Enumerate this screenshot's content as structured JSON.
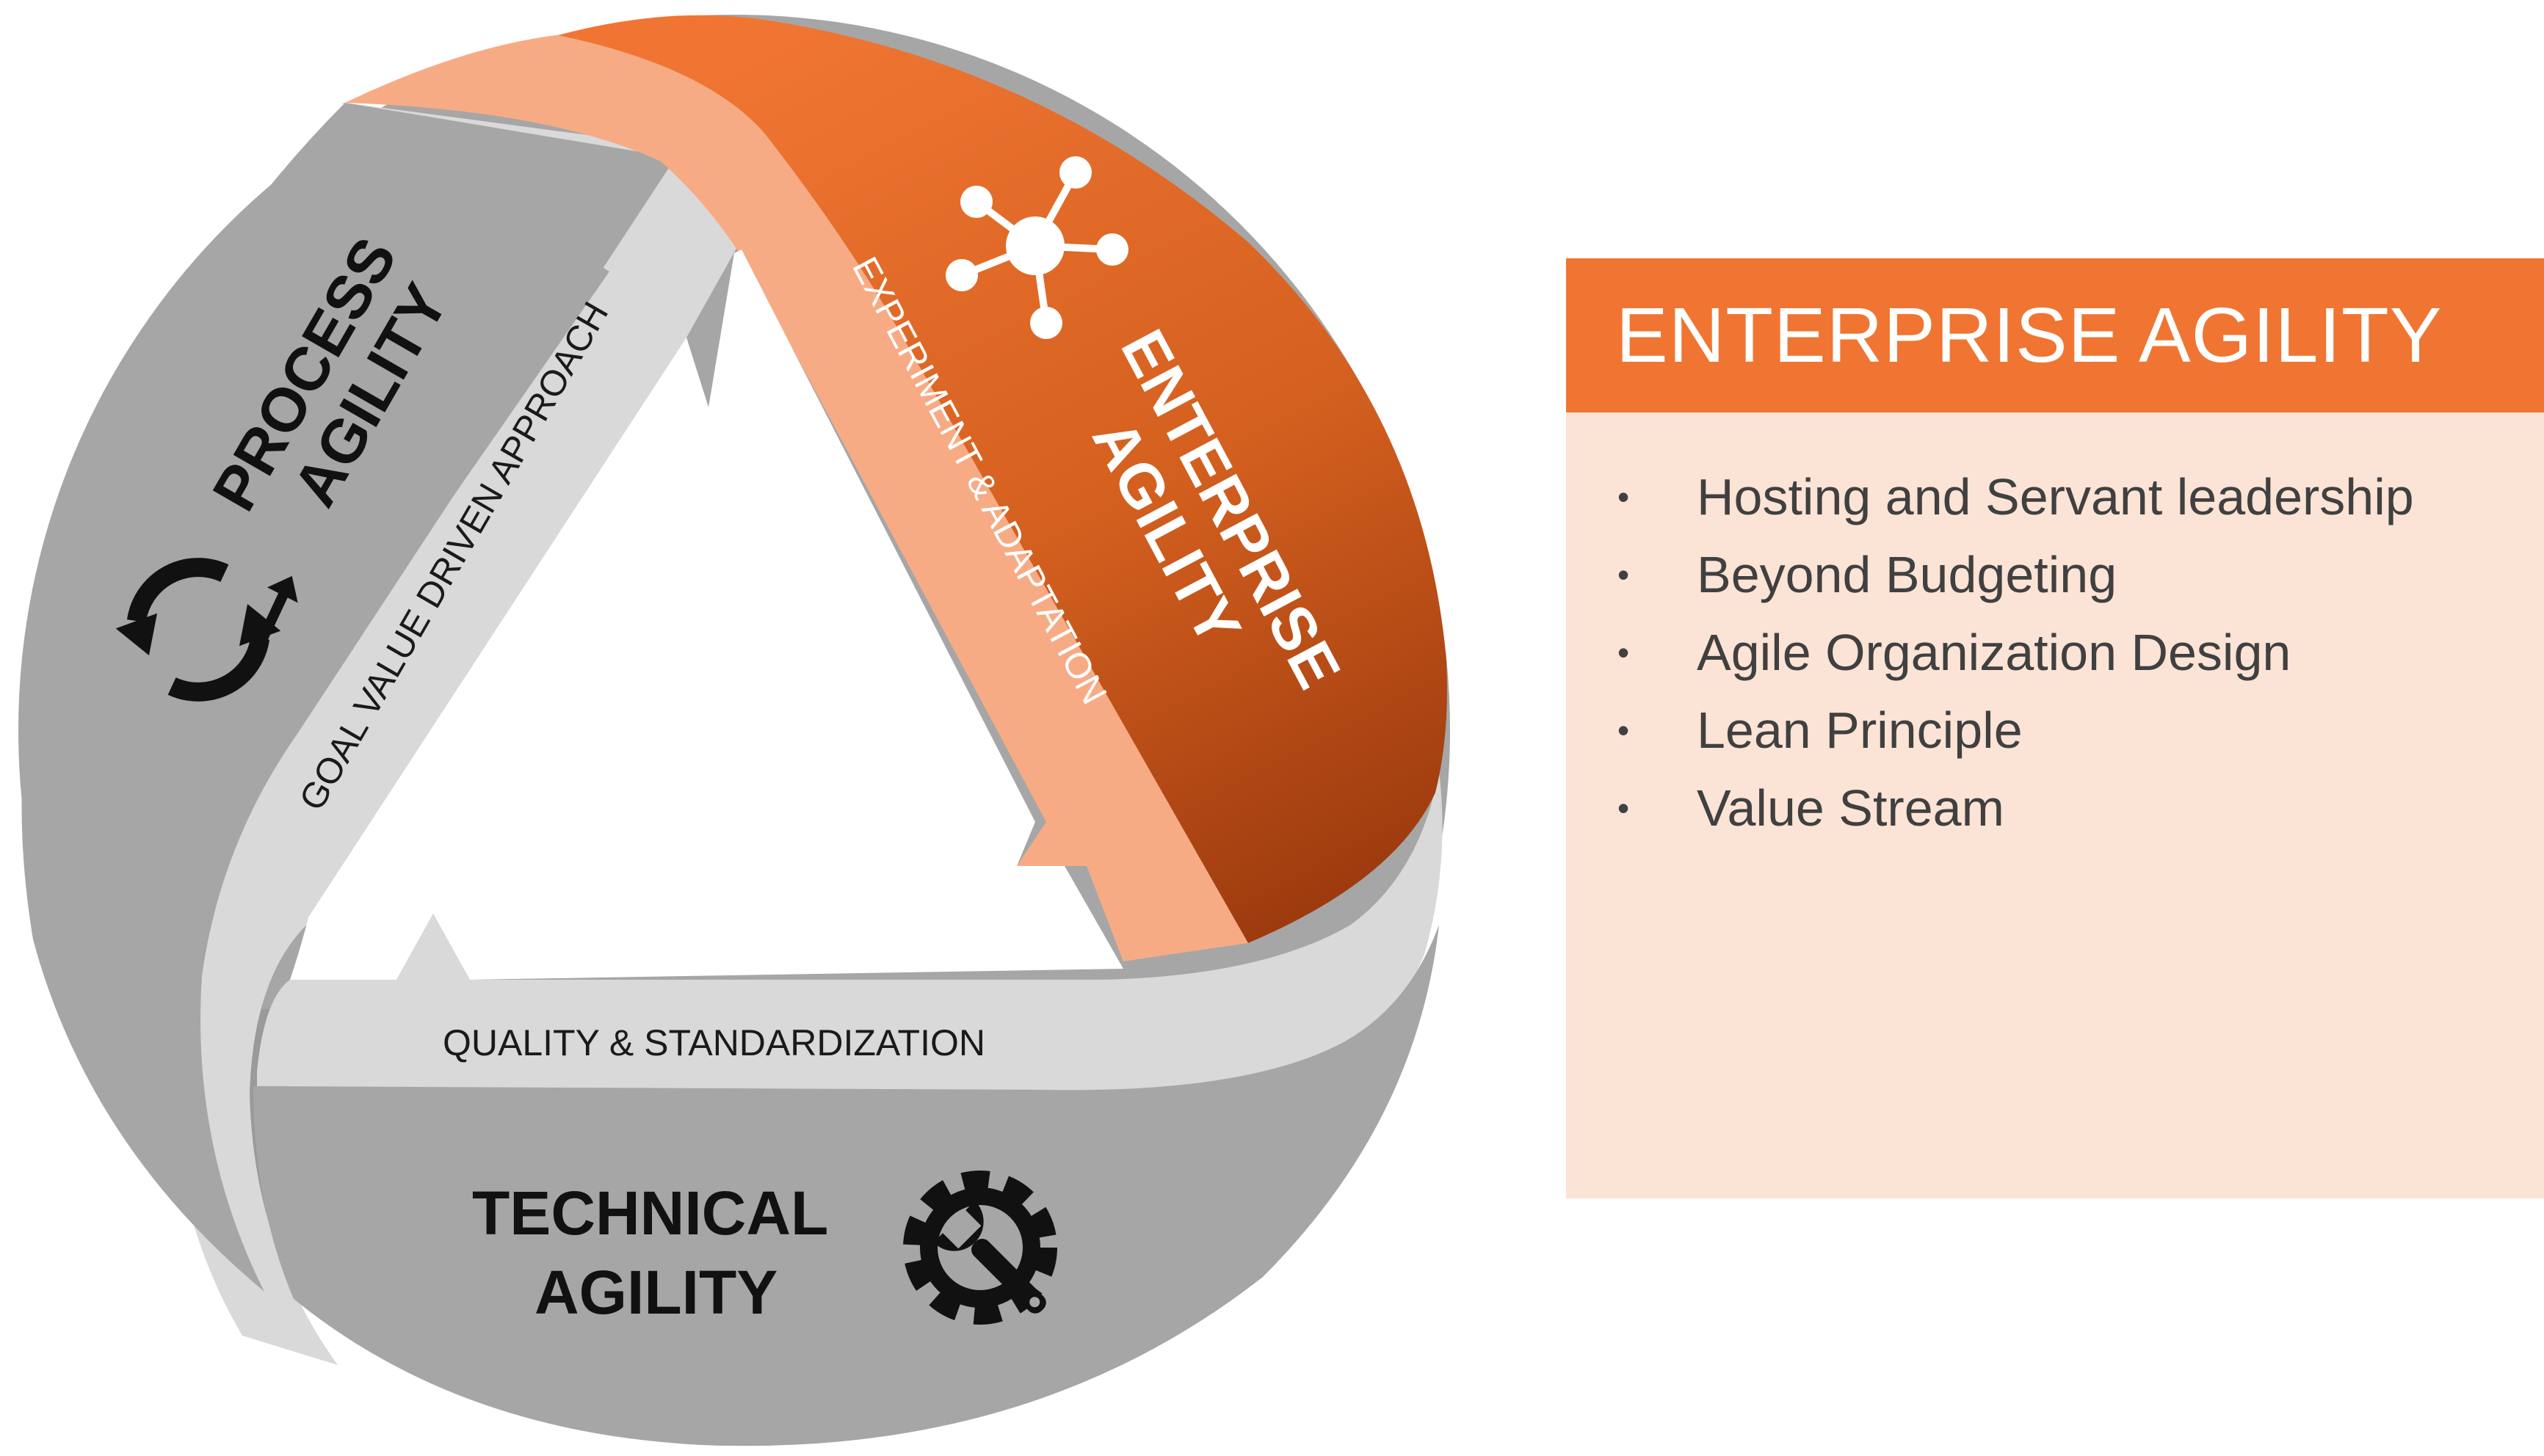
{
  "segments": {
    "process": {
      "line1": "PROCESS",
      "line2": "AGILITY"
    },
    "enterprise": {
      "line1": "ENTERPRISE",
      "line2": "AGILITY"
    },
    "technical": {
      "line1": "TECHNICAL",
      "line2": "AGILITY"
    }
  },
  "bands": {
    "goal": "GOAL VALUE DRIVEN APPROACH",
    "experiment": "EXPERIMENT & ADAPTATION",
    "quality": "QUALITY & STANDARDIZATION"
  },
  "icons": {
    "process": "cycle-arrow-icon",
    "enterprise": "network-hub-icon",
    "technical": "gear-wrench-icon"
  },
  "info_panel": {
    "title": "ENTERPRISE AGILITY",
    "items": [
      "Hosting and Servant leadership",
      "Beyond Budgeting",
      "Agile Organization Design",
      "Lean Principle",
      "Value Stream"
    ]
  },
  "colors": {
    "orange": "#f07532",
    "orange_dark": "#9c3a0e",
    "orange_light": "#f7ab85",
    "gray": "#a6a6a6",
    "gray_light": "#d9d9d9",
    "panel_bg": "#fbe3d6"
  }
}
